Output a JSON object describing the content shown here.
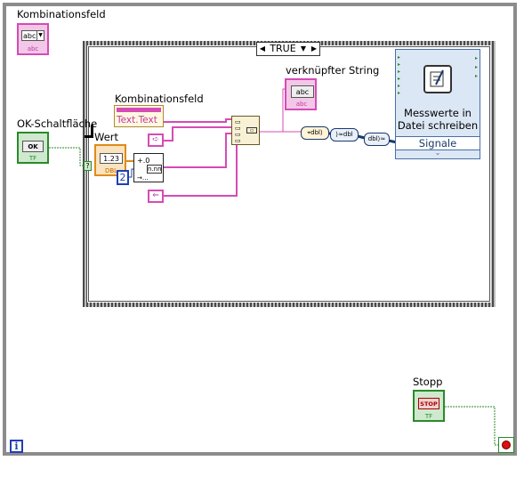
{
  "labels": {
    "combo_control": "Kombinationsfeld",
    "ok_control": "OK-Schaltfläche",
    "value_control": "Wert",
    "combo_property": "Kombinationsfeld",
    "property_name": "Text.Text",
    "joined_string": "verknüpfter String",
    "stop_control": "Stopp",
    "express_vi_title_line1": "Messwerte in",
    "express_vi_title_line2": "Datei schreiben",
    "express_vi_input": "Signale"
  },
  "case_selector": {
    "value": "TRUE"
  },
  "terminals": {
    "combo_text": "abc",
    "combo_type": "abc",
    "ok_button": "OK",
    "ok_type": "TF",
    "value_num": "1.23",
    "value_type": "DBL",
    "constant_two": "2",
    "joined_text": "abc",
    "joined_type": "abc",
    "stop_button": "STOP",
    "stop_type": "TF",
    "format_text": "n.nn",
    "loop_index": "i",
    "case_true": "?"
  },
  "colors": {
    "string_wire": "#d64bb5",
    "boolean_wire": "#2a8a2a",
    "numeric_wire": "#e08a1a",
    "integer_wire": "#1f3fb5",
    "dynamic_wire": "#1a3a6a",
    "express_bg": "#dce7f5"
  }
}
